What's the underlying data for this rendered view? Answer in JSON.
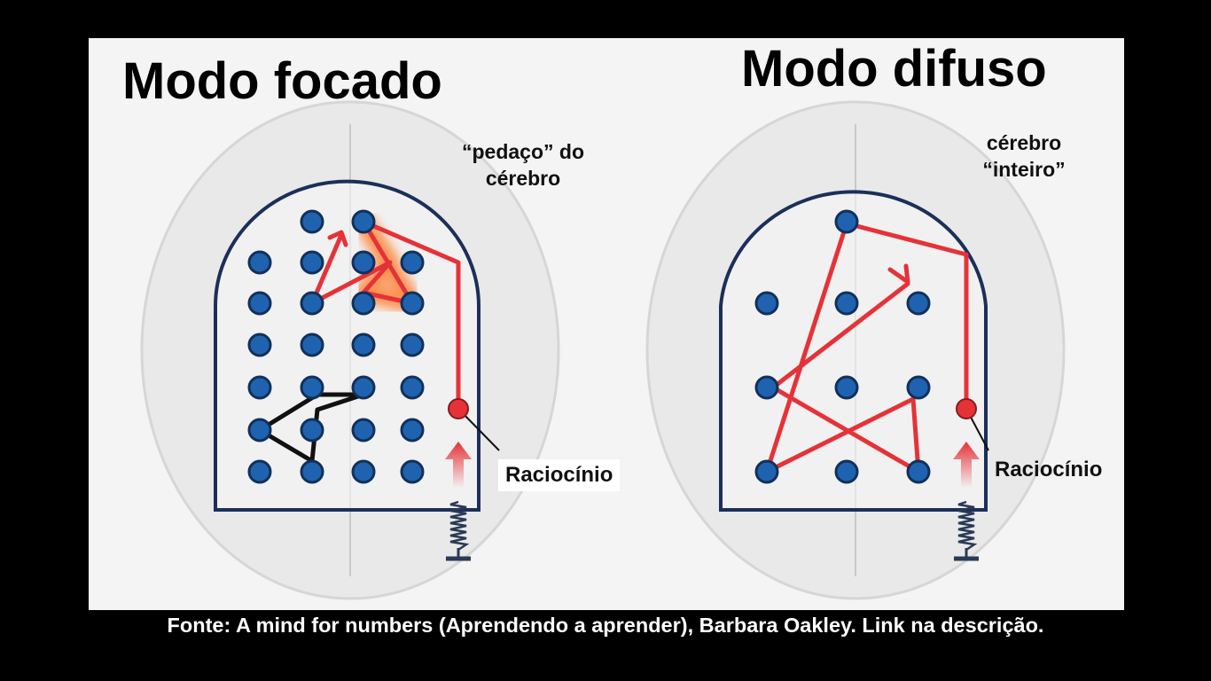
{
  "left_panel": {
    "title": "Modo focado",
    "note_line1": "“pedaço” do",
    "note_line2": "cérebro",
    "label": "Raciocínio"
  },
  "right_panel": {
    "title": "Modo difuso",
    "note_line1": "cérebro",
    "note_line2": "“inteiro”",
    "label": "Raciocínio"
  },
  "caption": "Fonte: A mind for numbers (Aprendendo a aprender), Barbara Oakley. Link na descrição.",
  "colors": {
    "node": "#1f63b0",
    "node_stroke": "#12305a",
    "frame": "#1b2f5a",
    "path": "#e53238",
    "background": "#f4f4f4"
  }
}
